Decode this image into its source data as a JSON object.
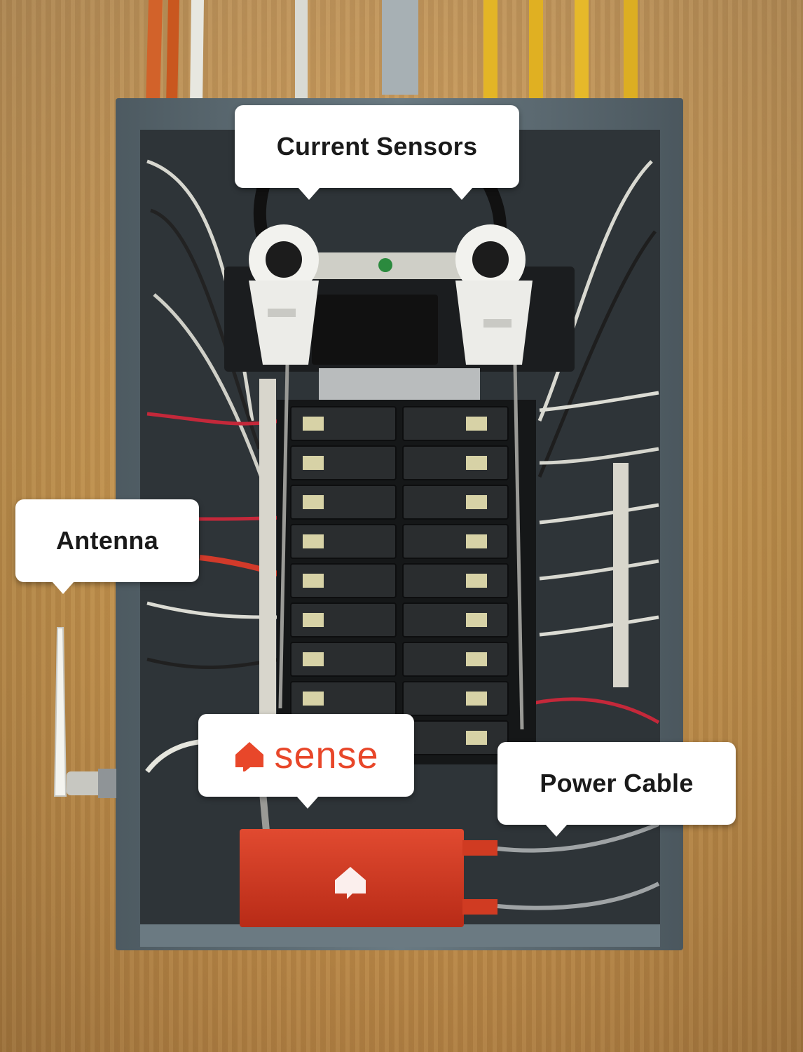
{
  "labels": {
    "current_sensors": "Current Sensors",
    "antenna": "Antenna",
    "power_cable": "Power Cable",
    "brand": "sense"
  },
  "colors": {
    "brand_orange": "#e8472a",
    "monitor_red": "#d93a24",
    "panel_gray": "#5f6e76",
    "wall_wood": "#c99a5c"
  },
  "icons": [
    "sense-logo-icon",
    "house-icon"
  ]
}
